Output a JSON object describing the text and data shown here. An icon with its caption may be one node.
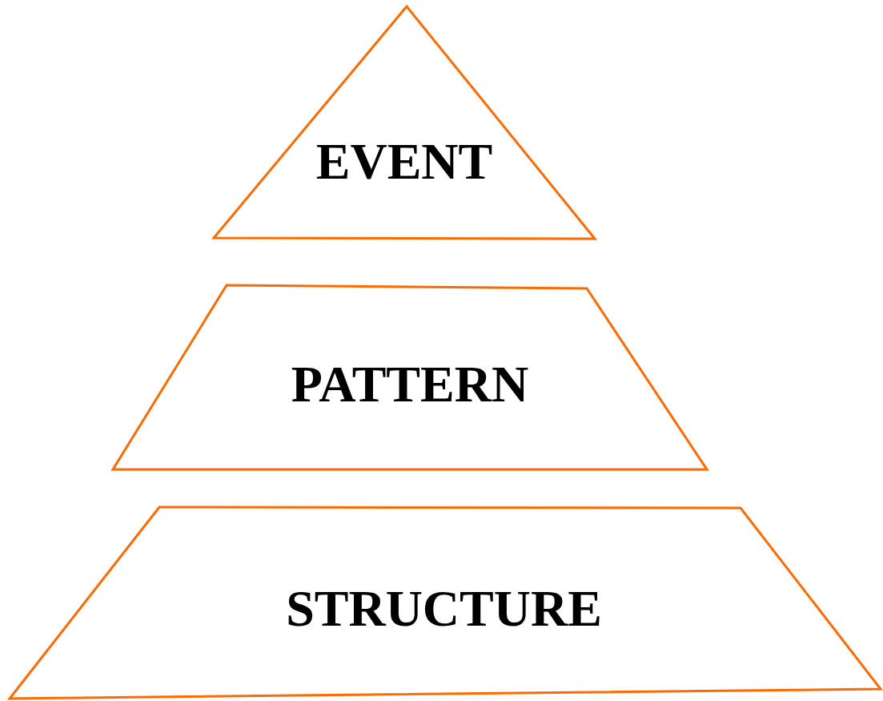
{
  "diagram": {
    "nodes": [
      {
        "text": [
          "EVENT"
        ]
      },
      {
        "text": [
          "PATTERN"
        ]
      },
      {
        "text": [
          "STRUCTURE"
        ]
      }
    ]
  }
}
